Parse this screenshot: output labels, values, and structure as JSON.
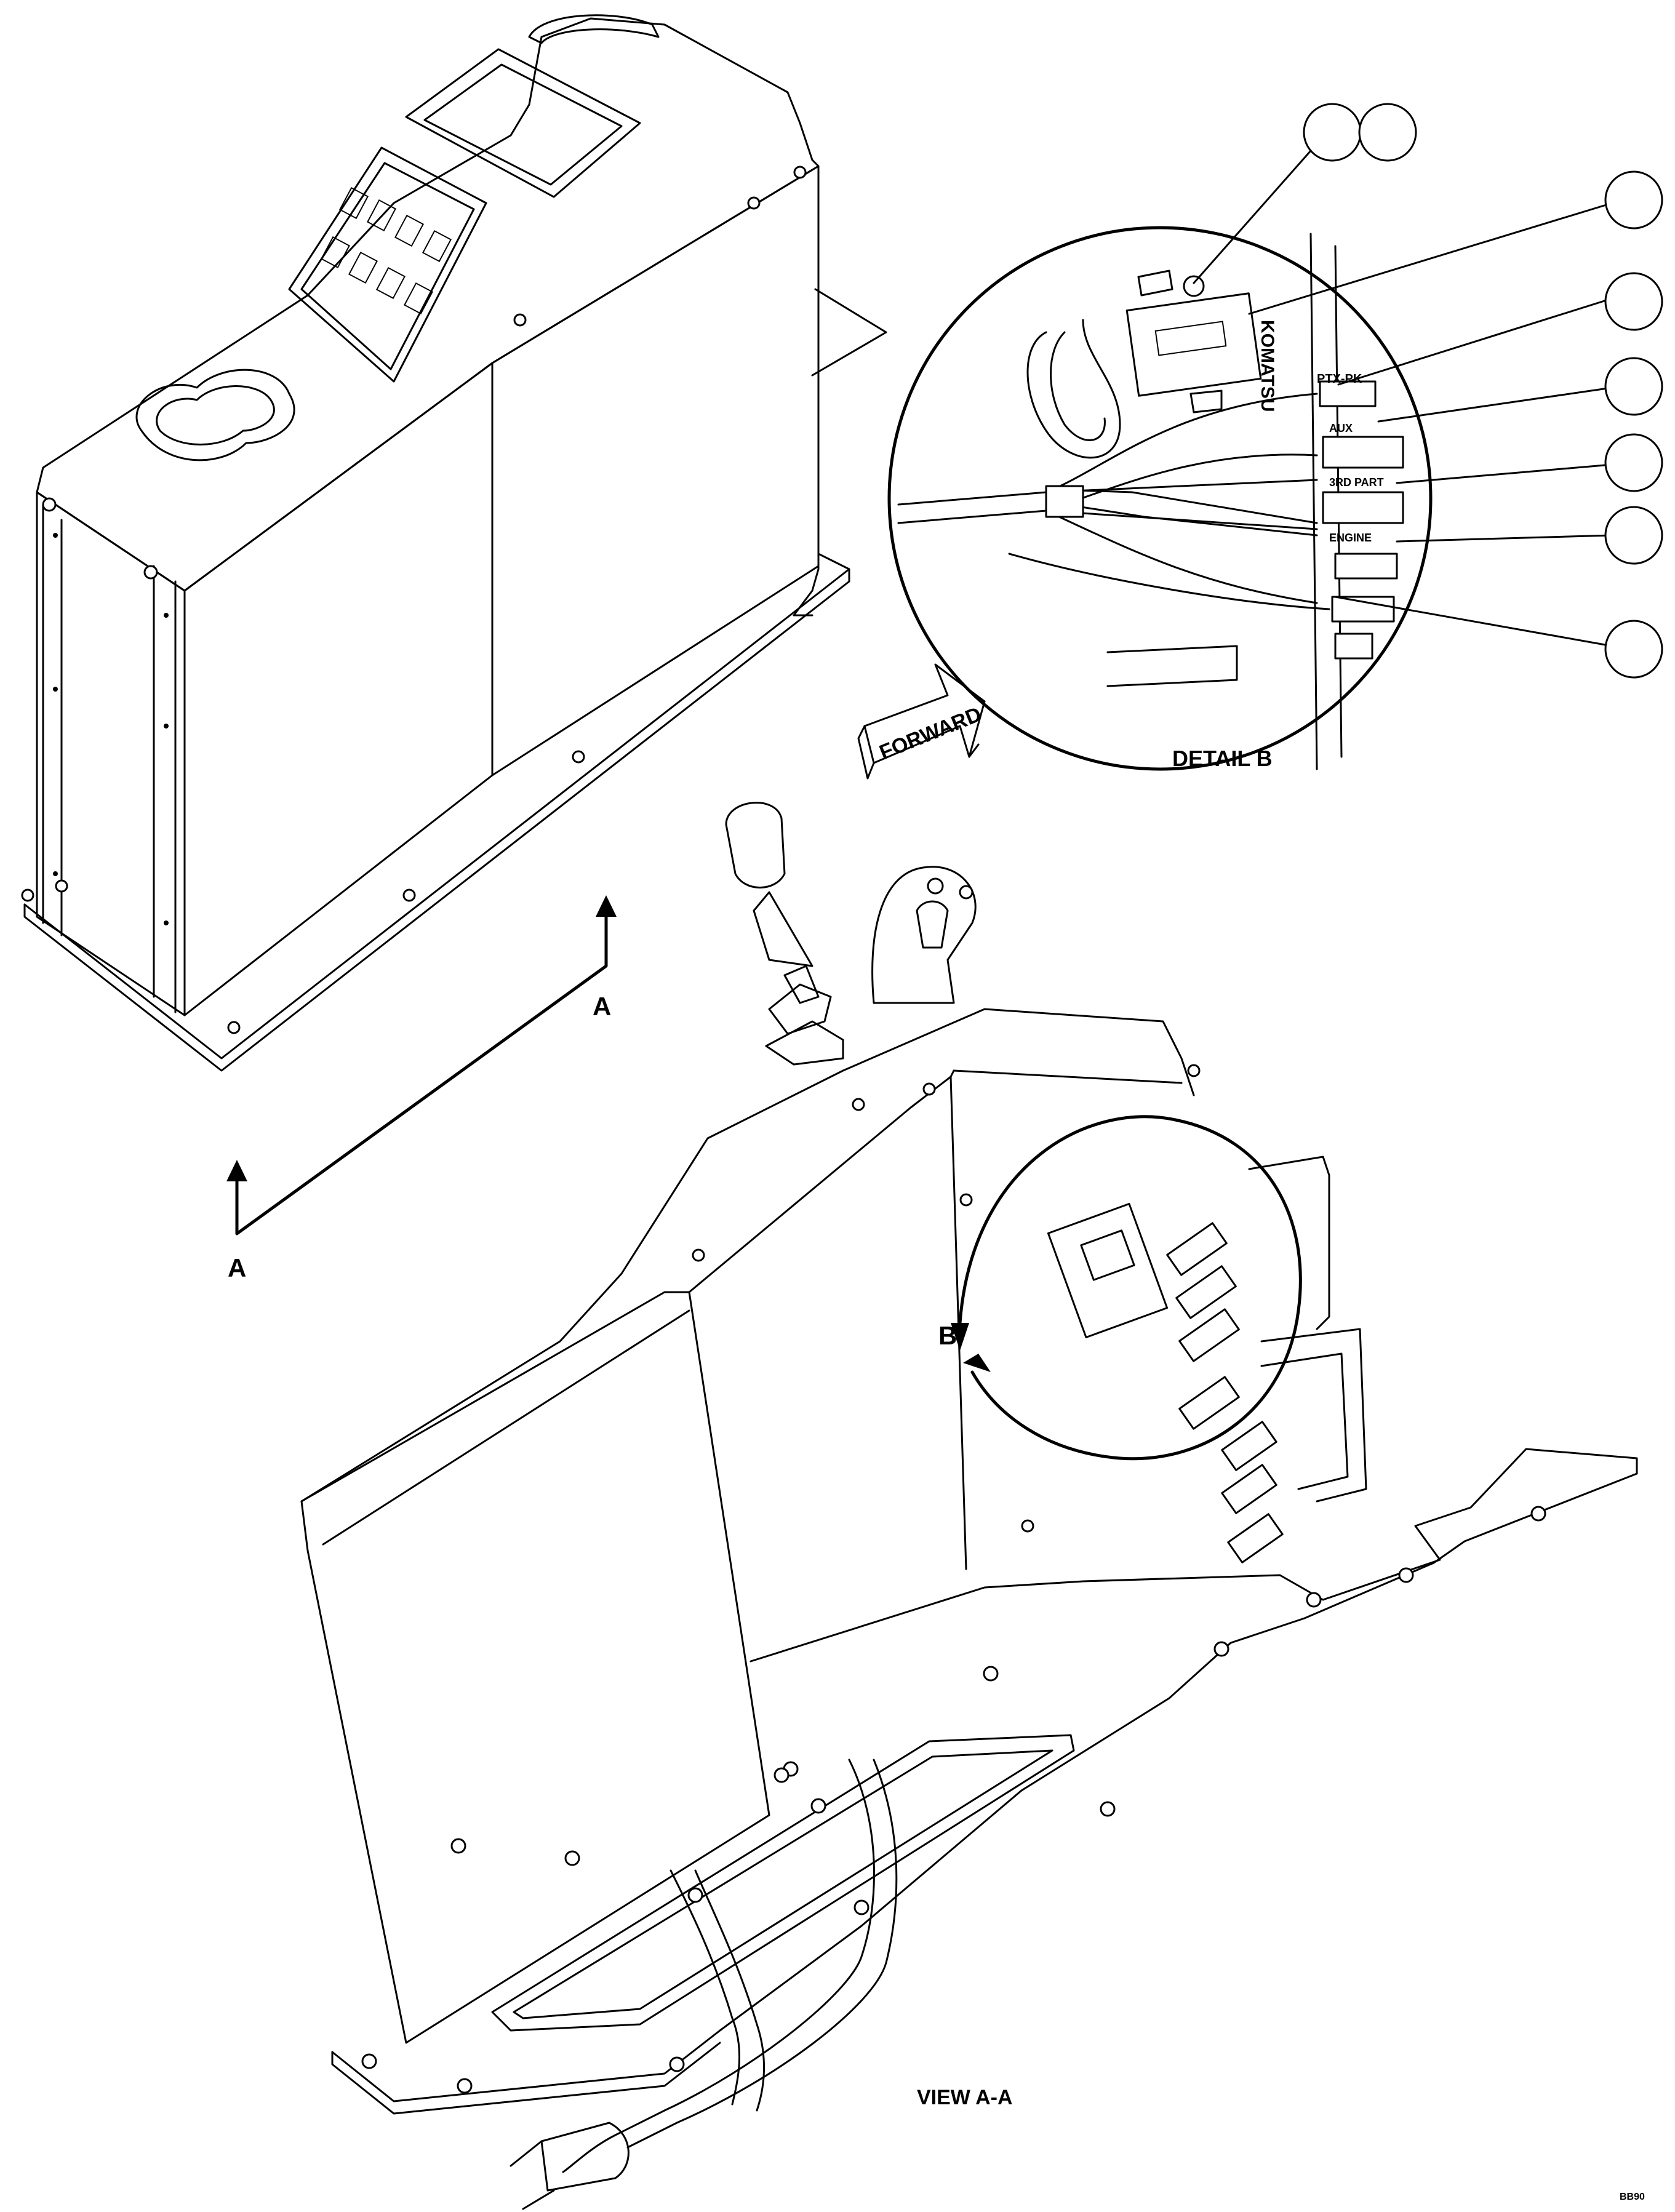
{
  "labels": {
    "detail_title": "DETAIL B",
    "view_title": "VIEW A-A",
    "forward_arrow": "FORWARD",
    "section_letter_a": "A",
    "detail_letter_b": "B",
    "brand_plate": "KOMATSU",
    "switch_labels": [
      "PTX-PK",
      "AUX",
      "3RD PART",
      "ENGINE"
    ],
    "figure_code": "BB90"
  },
  "callouts": {
    "count": 8,
    "numbers": []
  }
}
